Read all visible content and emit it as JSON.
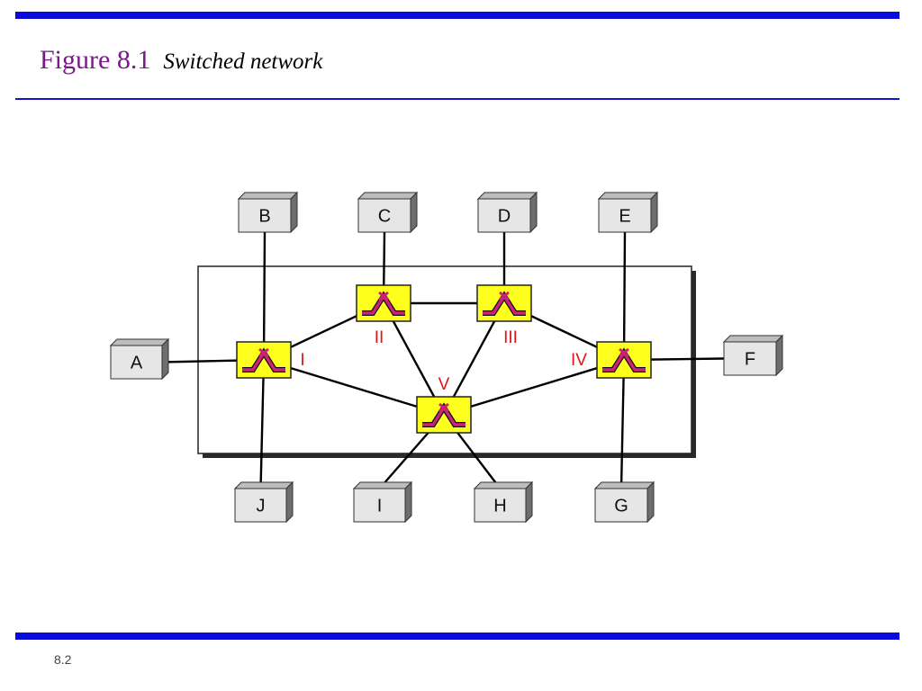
{
  "header": {
    "figure_label": "Figure 8.1",
    "subtitle": "Switched network"
  },
  "footer": {
    "page_number": "8.2"
  },
  "colors": {
    "accent_bar": "#0a0adc",
    "title_color": "#7a1a8a",
    "switch_fill": "#ffff1e",
    "switch_symbol": "#cc2277",
    "switch_label": "#e01515",
    "station_fill": "#e6e6e6"
  },
  "diagram": {
    "stations": [
      {
        "id": "B",
        "label": "B"
      },
      {
        "id": "C",
        "label": "C"
      },
      {
        "id": "D",
        "label": "D"
      },
      {
        "id": "E",
        "label": "E"
      },
      {
        "id": "A",
        "label": "A"
      },
      {
        "id": "F",
        "label": "F"
      },
      {
        "id": "J",
        "label": "J"
      },
      {
        "id": "I",
        "label": "I"
      },
      {
        "id": "H",
        "label": "H"
      },
      {
        "id": "G",
        "label": "G"
      }
    ],
    "switches": [
      {
        "id": "I",
        "label": "I"
      },
      {
        "id": "II",
        "label": "II"
      },
      {
        "id": "III",
        "label": "III"
      },
      {
        "id": "IV",
        "label": "IV"
      },
      {
        "id": "V",
        "label": "V"
      }
    ],
    "links": [
      [
        "station:A",
        "switch:I"
      ],
      [
        "station:B",
        "switch:I"
      ],
      [
        "station:J",
        "switch:I"
      ],
      [
        "station:C",
        "switch:II"
      ],
      [
        "station:D",
        "switch:III"
      ],
      [
        "station:E",
        "switch:IV"
      ],
      [
        "station:F",
        "switch:IV"
      ],
      [
        "station:G",
        "switch:IV"
      ],
      [
        "station:I",
        "switch:V"
      ],
      [
        "station:H",
        "switch:V"
      ],
      [
        "switch:I",
        "switch:II"
      ],
      [
        "switch:I",
        "switch:V"
      ],
      [
        "switch:II",
        "switch:III"
      ],
      [
        "switch:II",
        "switch:V"
      ],
      [
        "switch:III",
        "switch:IV"
      ],
      [
        "switch:III",
        "switch:V"
      ],
      [
        "switch:IV",
        "switch:V"
      ]
    ]
  }
}
